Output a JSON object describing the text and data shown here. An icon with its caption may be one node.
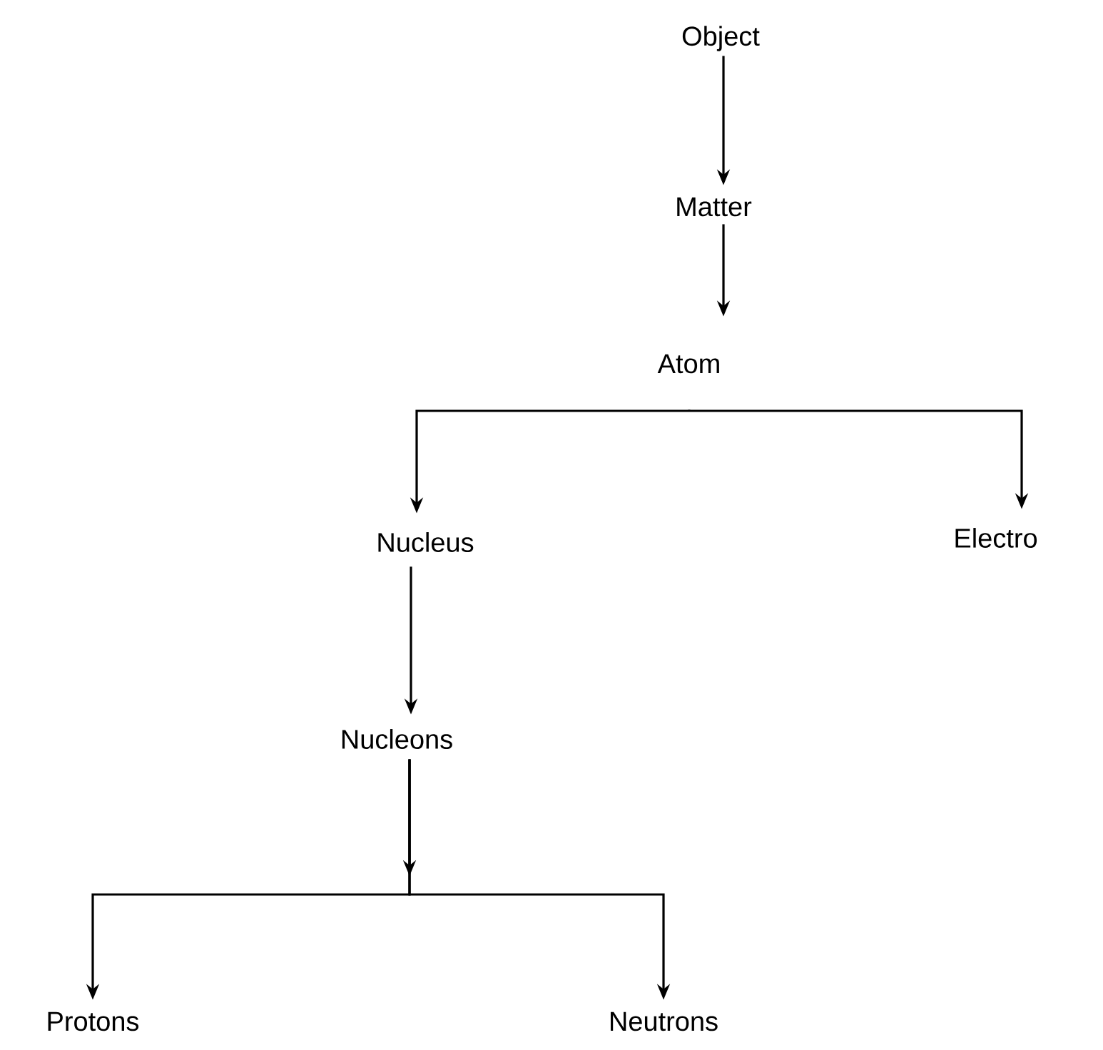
{
  "diagram": {
    "nodes": [
      {
        "text": [
          "Object"
        ]
      },
      {
        "text": [
          "Matter"
        ]
      },
      {
        "text": [
          "Atom"
        ]
      },
      {
        "text": [
          "Nucleus"
        ]
      },
      {
        "text": [
          "Electro"
        ]
      },
      {
        "text": [
          "Nucleons"
        ]
      },
      {
        "text": [
          "Protons"
        ]
      },
      {
        "text": [
          "Neutrons"
        ]
      }
    ],
    "edges": [
      {
        "from": 0,
        "to": 1,
        "arrow": "to"
      },
      {
        "from": 1,
        "to": 2,
        "arrow": "to"
      },
      {
        "from": 2,
        "to": 3,
        "arrow": "to"
      },
      {
        "from": 2,
        "to": 4,
        "arrow": "to"
      },
      {
        "from": 3,
        "to": 5,
        "arrow": "to"
      },
      {
        "from": 5,
        "to": 6,
        "arrow": "to"
      },
      {
        "from": 5,
        "to": 7,
        "arrow": "to"
      }
    ]
  }
}
